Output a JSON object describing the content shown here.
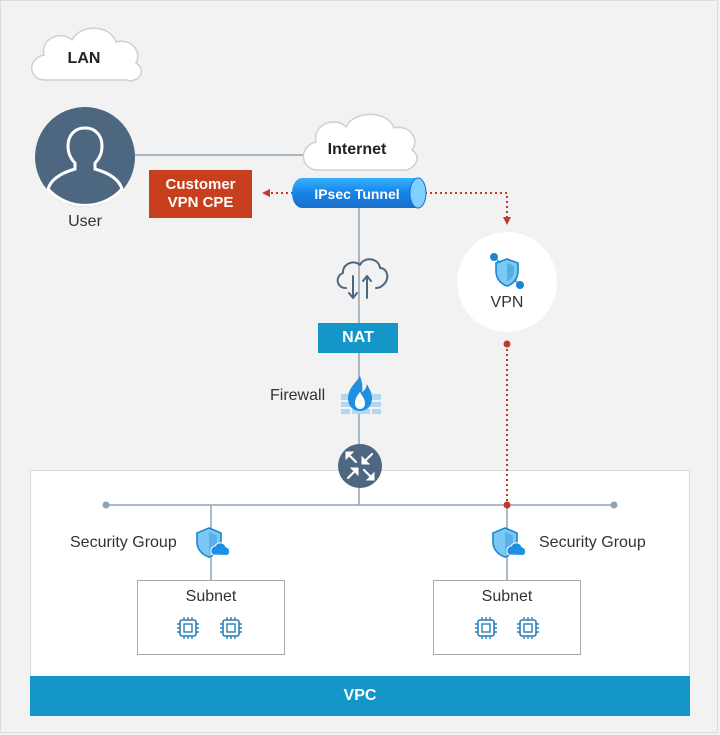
{
  "diagram": {
    "lan_label": "LAN",
    "internet_label": "Internet",
    "user_label": "User",
    "customer_cpe_label_line1": "Customer",
    "customer_cpe_label_line2": "VPN CPE",
    "ipsec_tunnel_label": "IPsec Tunnel",
    "vpn_label": "VPN",
    "nat_label": "NAT",
    "firewall_label": "Firewall",
    "security_group_left_label": "Security Group",
    "security_group_right_label": "Security Group",
    "subnet_left_label": "Subnet",
    "subnet_right_label": "Subnet",
    "vpc_label": "VPC"
  },
  "colors": {
    "background": "#f2f2f2",
    "accent_blue": "#1596c9",
    "tunnel_blue": "#1a8fe8",
    "cpe_red": "#c83f1e",
    "dotted_red": "#c0392b",
    "user_circle": "#4d6781",
    "router_circle": "#4d6781",
    "line_gray": "#8fa3b5"
  },
  "icons": [
    "cloud-shape",
    "user-avatar-icon",
    "cloud-sync-icon",
    "firewall-flame-icon",
    "router-arrows-icon",
    "shield-cloud-icon",
    "vpn-shield-icon",
    "cpu-chip-icon"
  ]
}
